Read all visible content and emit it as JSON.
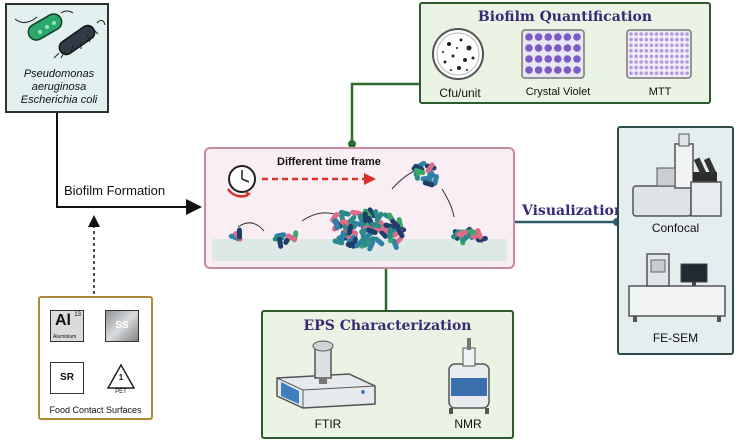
{
  "bacteria": {
    "names": [
      "Pseudomonas",
      "aeruginosa",
      "Escherichia coli"
    ]
  },
  "biofilm_formation_label": "Biofilm Formation",
  "center": {
    "time_label": "Different time frame"
  },
  "quantification": {
    "title": "Biofilm Quantification",
    "methods": [
      "Cfu/unit",
      "Crystal Violet",
      "MTT"
    ]
  },
  "visualization": {
    "title": "Visualization",
    "methods": [
      "Confocal",
      "FE-SEM"
    ]
  },
  "eps": {
    "title": "EPS Characterization",
    "methods": [
      "FTIR",
      "NMR"
    ]
  },
  "food_contact": {
    "title": "Food Contact Surfaces",
    "tiles": [
      {
        "symbol": "Al",
        "sub": "Aluminium",
        "num": "13"
      },
      {
        "symbol": "SS"
      },
      {
        "symbol": "SR"
      },
      {
        "symbol": "PET",
        "num": "1"
      }
    ]
  },
  "colors": {
    "title_purple": "#3a2a76",
    "quant_border": "#2c5b2c",
    "center_border": "#c98aa6",
    "arrow_red": "#d9322b",
    "connector_green": "#2e6b2e",
    "connector_teal": "#2e5a6a"
  }
}
